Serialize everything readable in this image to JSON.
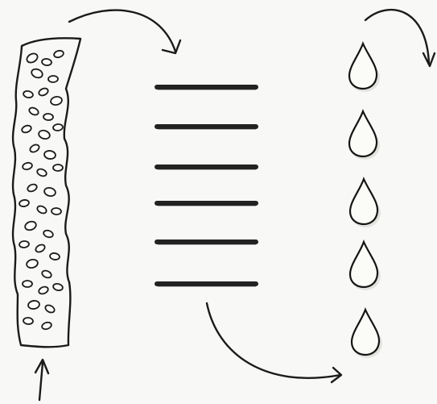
{
  "diagram": {
    "elements": [
      "porous-strip",
      "stacked-bars",
      "droplets"
    ],
    "bar_count": 6,
    "droplet_count": 5,
    "arrows": [
      "up-arrow-into-strip",
      "arc-arrow-strip-to-bars",
      "arc-arrow-bars-to-droplets",
      "arc-arrow-out-of-droplets"
    ],
    "ink_color": "#1b1b1b",
    "paper_color": "#f8f8f6"
  }
}
